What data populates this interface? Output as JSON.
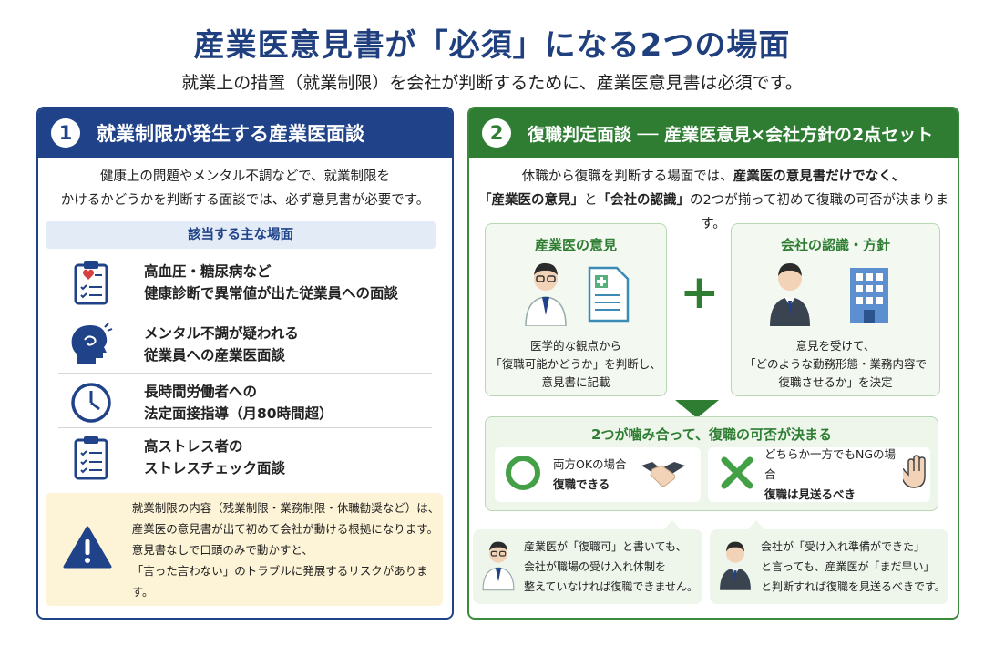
{
  "title": "産業医意見書が「必須」になる2つの場面",
  "subtitle": "就業上の措置（就業制限）を会社が判断するために、産業医意見書は必須です。",
  "colors": {
    "left_accent": "#1f4288",
    "right_accent": "#2e7d32",
    "warning_bg": "#fdf3d6"
  },
  "left": {
    "number": "1",
    "heading": "就業制限が発生する産業医面談",
    "intro_line1": "健康上の問題やメンタル不調などで、就業制限を",
    "intro_line2": "かけるかどうかを判断する面談では、必ず意見書が必要です。",
    "scenes_label": "該当する主な場面",
    "scenes": [
      {
        "icon": "clipboard-heart-icon",
        "line1": "高血圧・糖尿病など",
        "line2": "健康診断で異常値が出た従業員への面談"
      },
      {
        "icon": "head-stress-icon",
        "line1": "メンタル不調が疑われる",
        "line2": "従業員への産業医面談"
      },
      {
        "icon": "clock-icon",
        "line1": "長時間労働者への",
        "line2": "法定面接指導（月80時間超）"
      },
      {
        "icon": "checklist-icon",
        "line1": "高ストレス者の",
        "line2": "ストレスチェック面談"
      }
    ],
    "warning": {
      "icon": "warning-icon",
      "line1": "就業制限の内容（残業制限・業務制限・休職勧奨など）は、",
      "line2": "産業医の意見書が出て初めて会社が動ける根拠になります。",
      "line3": "意見書なしで口頭のみで動かすと、",
      "line4": "「言った言わない」のトラブルに発展するリスクがあります。"
    }
  },
  "right": {
    "number": "2",
    "heading": "復職判定面談 ── 産業医意見×会社方針の2点セット",
    "intro_line1_a": "休職から復職を判断する場面では、",
    "intro_line1_b": "産業医の意見書だけでなく、",
    "intro_line2_a": "「産業医の意見」",
    "intro_line2_b": "と",
    "intro_line2_c": "「会社の認識」",
    "intro_line2_d": "の2つが揃って初めて復職の可否が決まります。",
    "box_doctor": {
      "title": "産業医の意見",
      "line1": "医学的な観点から",
      "line2": "「復職可能かどうか」を判断し、",
      "line3": "意見書に記載"
    },
    "plus": "+",
    "box_company": {
      "title": "会社の認識・方針",
      "line1": "意見を受けて、",
      "line2": "「どのような勤務形態・業務内容で",
      "line3": "復職させるか」を決定"
    },
    "combine_title": "2つが噛み合って、復職の可否が決まる",
    "option_ok": {
      "line1": "両方OKの場合",
      "line2": "復職できる"
    },
    "option_ng": {
      "line1": "どちらか一方でもNGの場合",
      "line2": "復職は見送るべき"
    },
    "bubble_doctor": {
      "line1": "産業医が「復職可」と書いても、",
      "line2": "会社が職場の受け入れ体制を",
      "line3": "整えていなければ復職できません。"
    },
    "bubble_company": {
      "line1": "会社が「受け入れ準備ができた」",
      "line2": "と言っても、産業医が「まだ早い」",
      "line3": "と判断すれば復職を見送るべきです。"
    }
  }
}
